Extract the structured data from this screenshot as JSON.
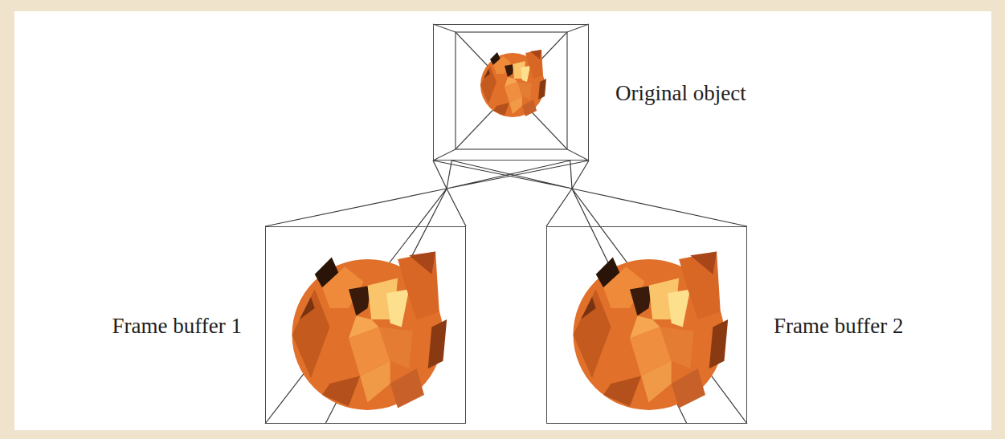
{
  "diagram": {
    "nodes": [
      {
        "text": [
          "Original object"
        ]
      },
      {
        "text": [
          "Frame buffer 1"
        ]
      },
      {
        "text": [
          "Frame buffer 2"
        ]
      }
    ],
    "edges": [
      {
        "from": 0,
        "to": 1,
        "arrow": "none"
      },
      {
        "from": 0,
        "to": 2,
        "arrow": "none"
      }
    ]
  }
}
